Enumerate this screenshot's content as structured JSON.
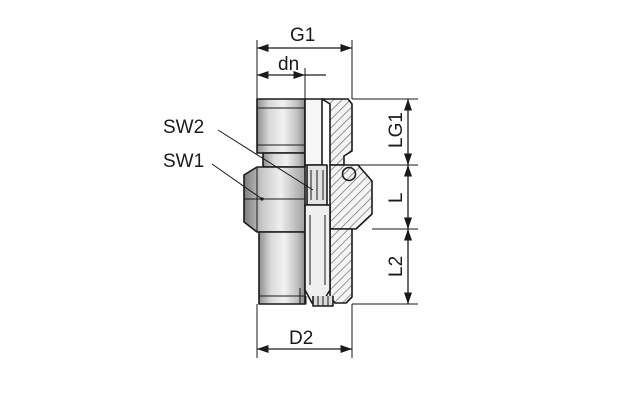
{
  "labels": {
    "g1": "G1",
    "dn": "dn",
    "sw2": "SW2",
    "sw1": "SW1",
    "lg1": "LG1",
    "l": "L",
    "l2": "L2",
    "d2": "D2"
  },
  "colors": {
    "line": "#1a1a1a",
    "body_light": "#e6e6e6",
    "body_mid": "#cfcfcf",
    "body_dark": "#9a9a9a",
    "hatch": "#6f6f6f"
  }
}
